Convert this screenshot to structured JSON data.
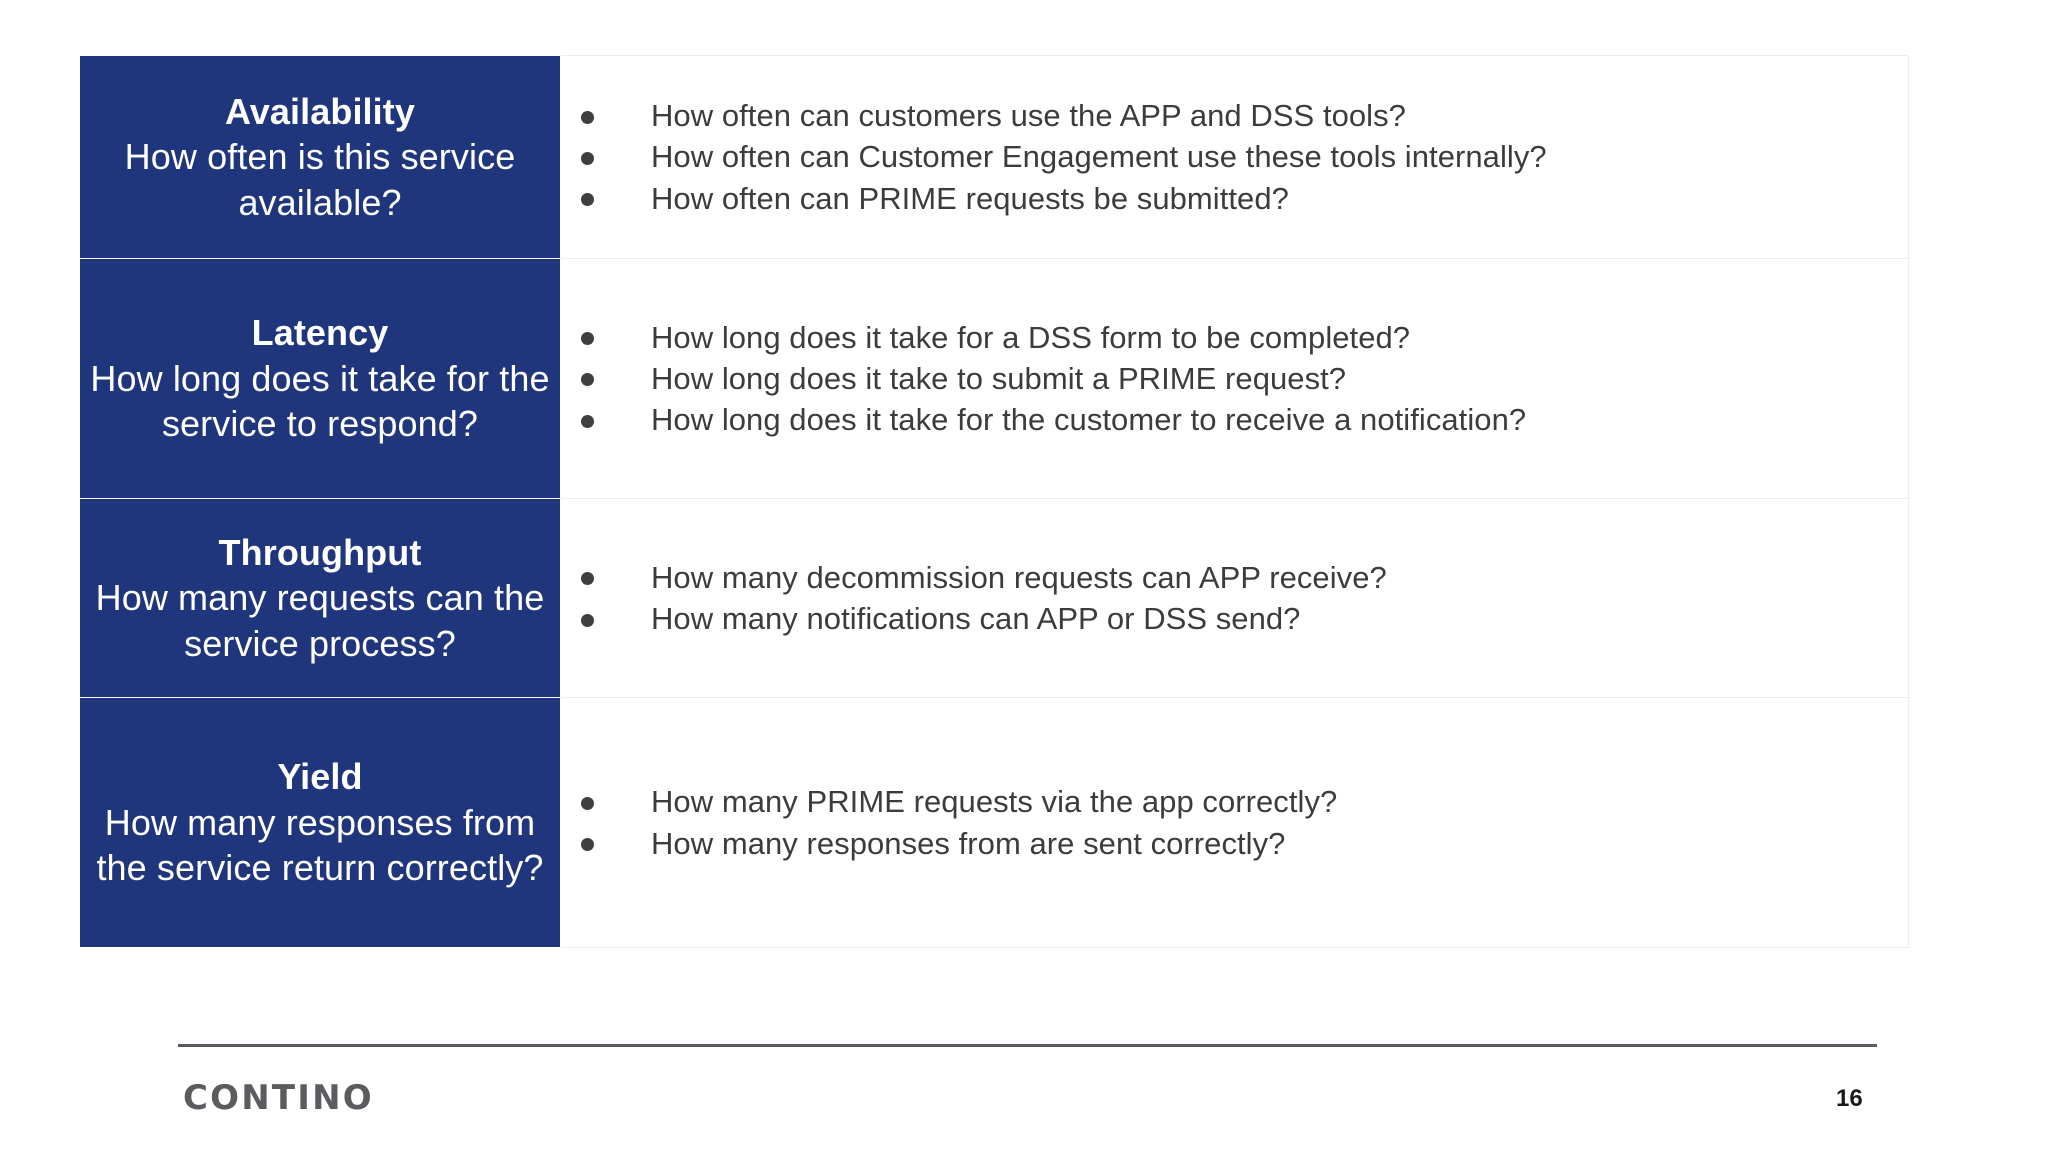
{
  "slide": {
    "page_number": "16",
    "logo_text": "CONTINO",
    "accent_color": "#20367C",
    "text_color": "#3c3c3c",
    "border_color": "#ededed"
  },
  "rows": [
    {
      "id": "availability",
      "title": "Availability",
      "subtitle": "How often is this service available?",
      "questions": [
        "How often can customers use the APP and DSS tools?",
        "How often can Customer Engagement use these tools internally?",
        "How often can PRIME requests be submitted?"
      ]
    },
    {
      "id": "latency",
      "title": "Latency",
      "subtitle": "How long does it take for the service to respond?",
      "questions": [
        "How long does it take for a DSS form to be completed?",
        "How long does it take to submit a PRIME request?",
        "How long does it take for the customer to receive a notification?"
      ]
    },
    {
      "id": "throughput",
      "title": "Throughput",
      "subtitle": "How many requests can the service process?",
      "questions": [
        "How many decommission requests can APP receive?",
        "How many notifications can APP or DSS send?"
      ]
    },
    {
      "id": "yield",
      "title": "Yield",
      "subtitle": "How many responses from the service return correctly?",
      "questions": [
        "How many PRIME requests via the app correctly?",
        "How many responses from are sent correctly?"
      ]
    }
  ]
}
